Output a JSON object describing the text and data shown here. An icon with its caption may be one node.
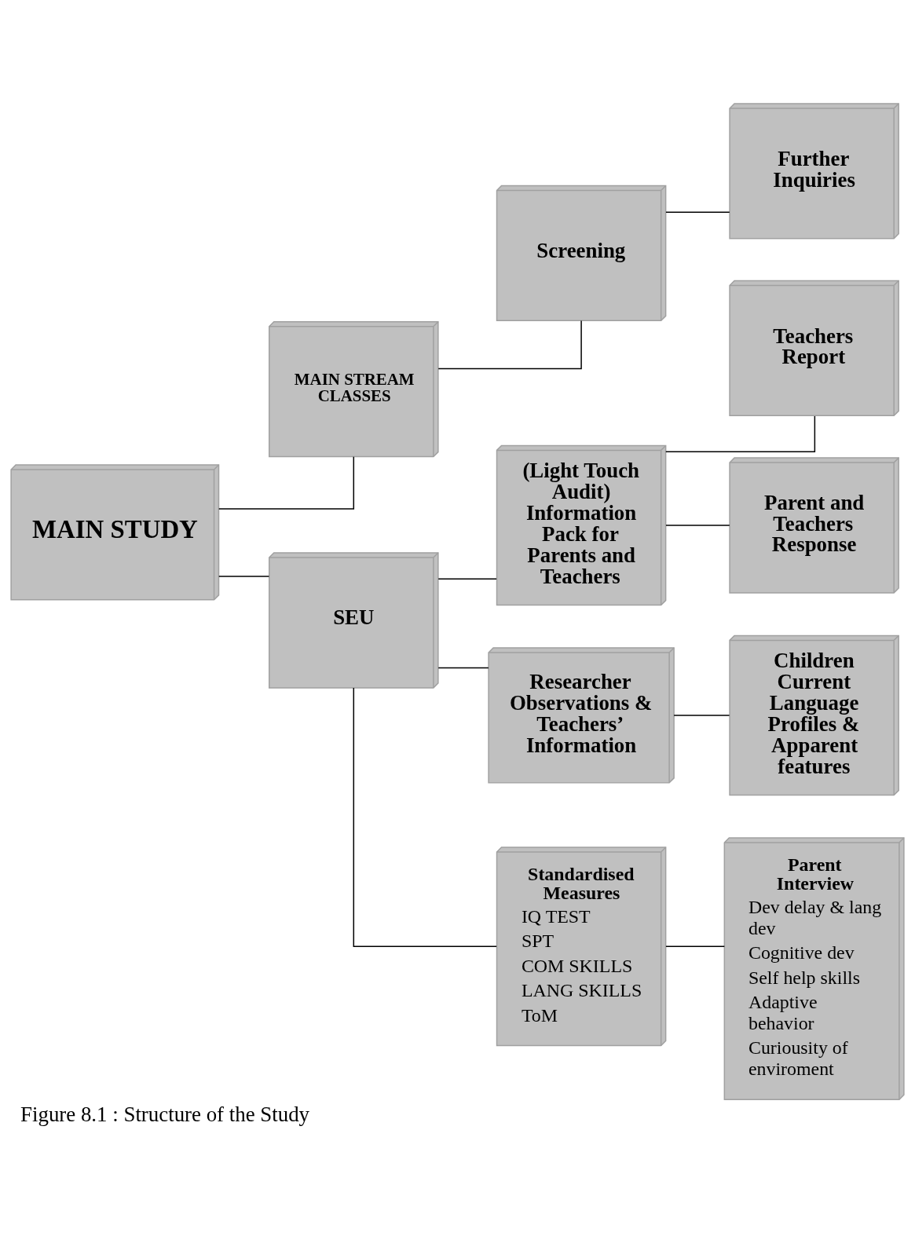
{
  "diagram": {
    "caption": "Figure 8.1 : Structure of the Study",
    "nodes": [
      {
        "text": [
          "MAIN STUDY"
        ]
      },
      {
        "text": [
          "MAIN STREAM CLASSES"
        ]
      },
      {
        "text": [
          "Screening"
        ]
      },
      {
        "text": [
          "Further Inquiries"
        ]
      },
      {
        "text": [
          "(Light Touch Audit) Information Pack for Parents and Teachers"
        ]
      },
      {
        "text": [
          "Teachers Report"
        ]
      },
      {
        "text": [
          "Parent and Teachers Response"
        ]
      },
      {
        "text": [
          "Researcher Observations & Teachers’ Information"
        ]
      },
      {
        "text": [
          "Children Current Language Profiles & Apparent features"
        ]
      },
      {
        "text": [
          "SEU"
        ]
      },
      {
        "text": [
          "Standardised Measures",
          "IQ TEST",
          "SPT",
          "COM SKILLS",
          "LANG SKILLS",
          "ToM"
        ]
      },
      {
        "text": [
          "Parent Interview",
          "Dev delay & lang dev",
          "Cognitive dev",
          "Self help skills",
          "Adaptive behavior",
          "Curiousity of enviroment"
        ]
      }
    ],
    "edges": [
      {
        "from": 0,
        "to": 1,
        "arrow": "none"
      },
      {
        "from": 0,
        "to": 9,
        "arrow": "none"
      },
      {
        "from": 1,
        "to": 2,
        "arrow": "none"
      },
      {
        "from": 2,
        "to": 3,
        "arrow": "none"
      },
      {
        "from": 9,
        "to": 4,
        "arrow": "none"
      },
      {
        "from": 9,
        "to": 7,
        "arrow": "none"
      },
      {
        "from": 9,
        "to": 10,
        "arrow": "none"
      },
      {
        "from": 4,
        "to": 5,
        "arrow": "none"
      },
      {
        "from": 4,
        "to": 6,
        "arrow": "none"
      },
      {
        "from": 7,
        "to": 8,
        "arrow": "none"
      },
      {
        "from": 10,
        "to": 11,
        "arrow": "none"
      }
    ]
  }
}
